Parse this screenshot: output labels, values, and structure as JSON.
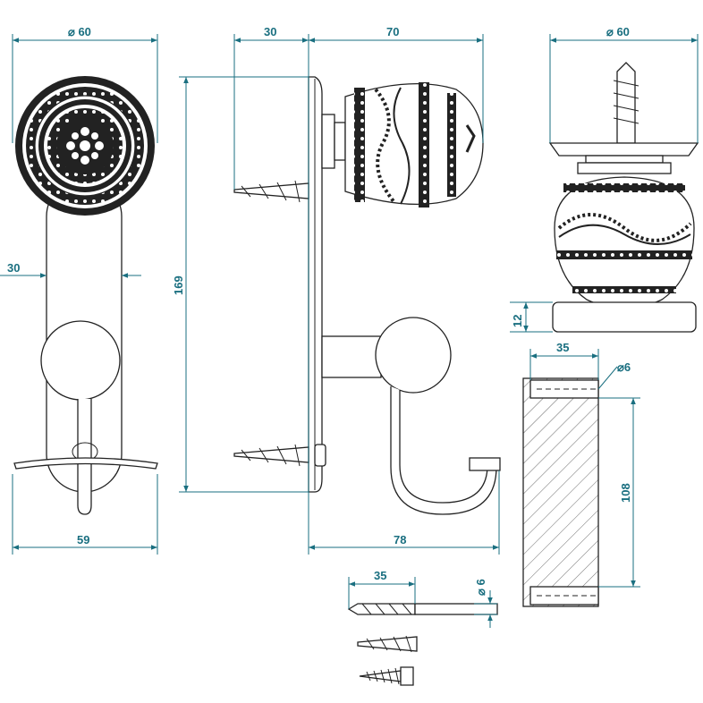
{
  "dimensions": {
    "front_width_top": "⌀ 60",
    "front_plate_width": "30",
    "front_width_bottom": "59",
    "side_depth_knob": "30",
    "side_depth_total": "70",
    "side_height": "169",
    "side_depth_hook": "78",
    "top_width": "⌀ 60",
    "top_thickness": "12",
    "block_width": "35",
    "block_hole": "⌀6",
    "block_height": "108",
    "drill_length": "35",
    "drill_diameter": "⌀ 6"
  },
  "colors": {
    "dimension": "#1a6f80",
    "line": "#222222"
  }
}
